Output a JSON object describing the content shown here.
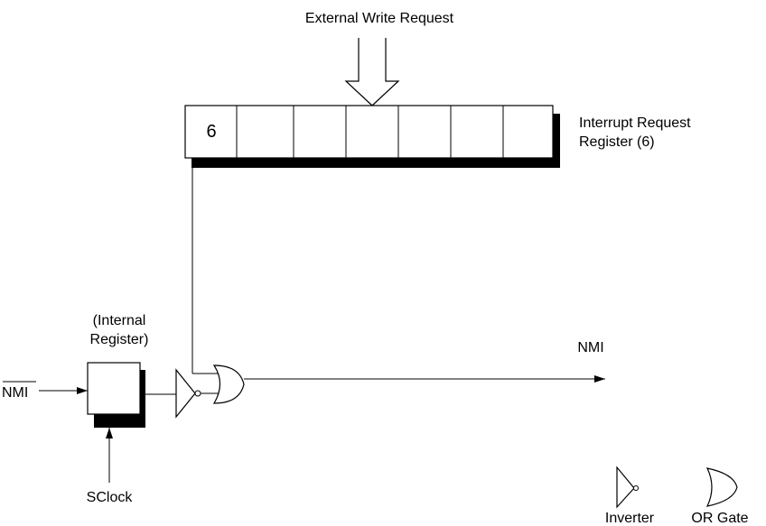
{
  "external_write_request": {
    "label": "External Write Request"
  },
  "interrupt_request_register": {
    "label_line1": "Interrupt Request",
    "label_line2": "Register (6)",
    "bit_label": "6"
  },
  "internal_register": {
    "label_line1": "(Internal",
    "label_line2": "Register)"
  },
  "inputs": {
    "nmi_bar": "NMI",
    "sclock": "SClock"
  },
  "output": {
    "nmi": "NMI"
  },
  "legend": {
    "inverter": "Inverter",
    "or_gate": "OR Gate"
  },
  "colors": {
    "line": "#000000",
    "shadow": "#000000",
    "background": "#ffffff"
  }
}
